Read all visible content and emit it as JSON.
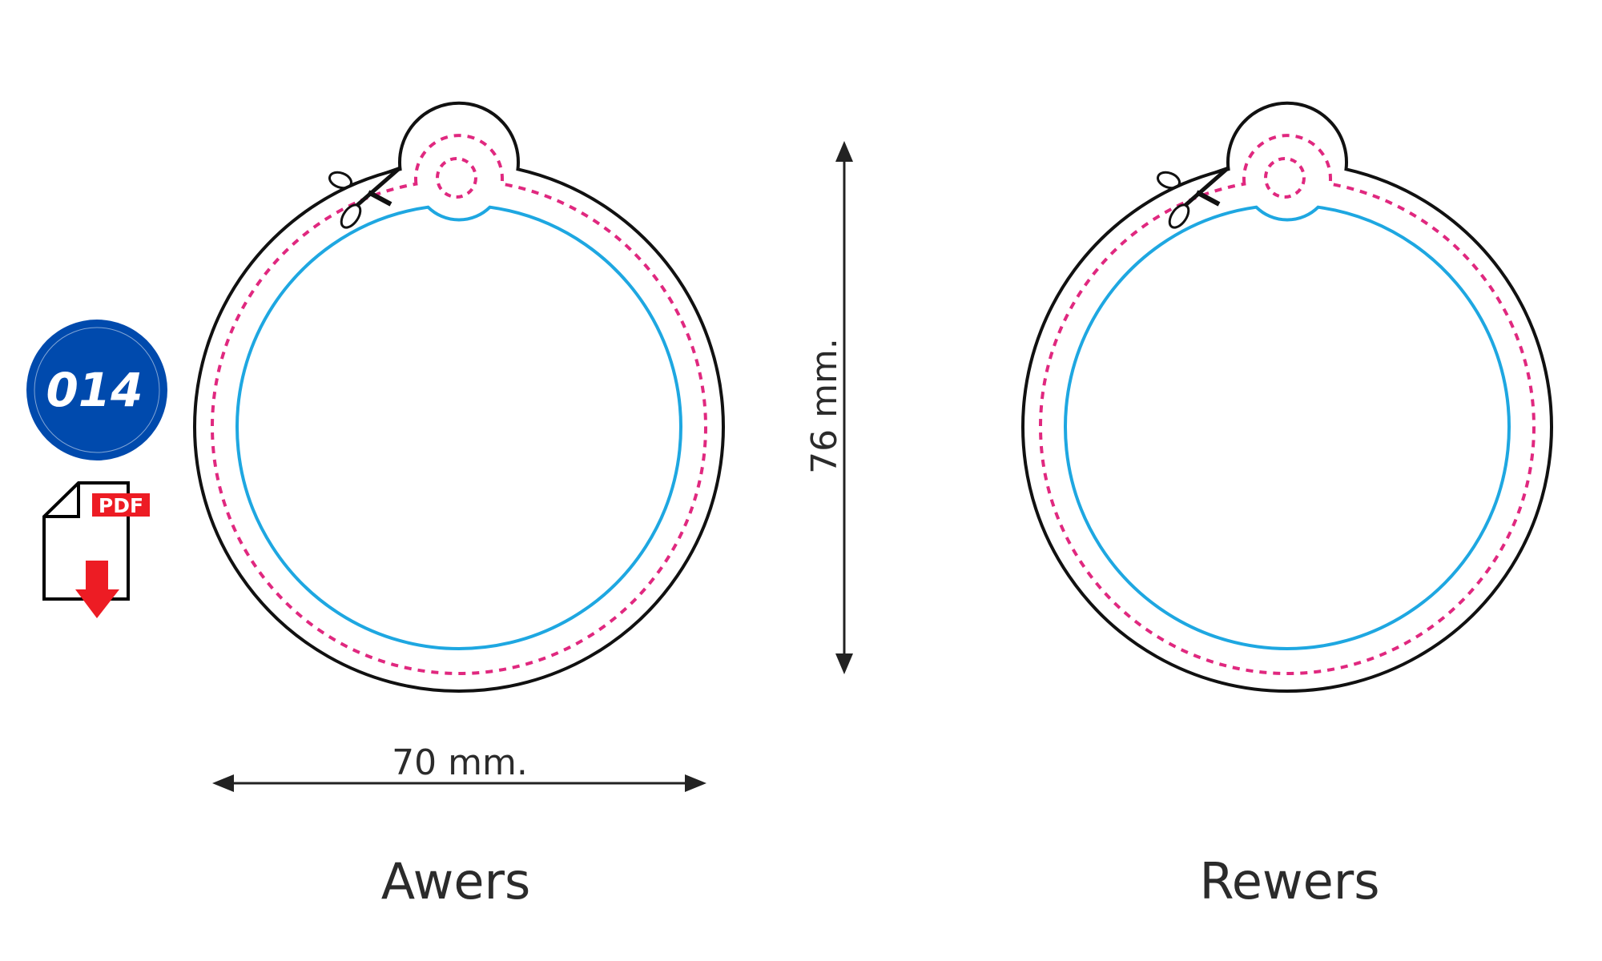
{
  "badge": {
    "number": "014",
    "color": "#004aad"
  },
  "pdf_icon": {
    "label": "PDF",
    "color": "#ed1c24",
    "icon": "pdf-download-icon"
  },
  "dimensions": {
    "width_label": "70 mm.",
    "height_label": "76 mm."
  },
  "views": [
    {
      "label": "Awers"
    },
    {
      "label": "Rewers"
    }
  ],
  "colors": {
    "cut_line": "#111111",
    "bleed_line": "#e0287f",
    "safe_line": "#1ea7e1"
  }
}
